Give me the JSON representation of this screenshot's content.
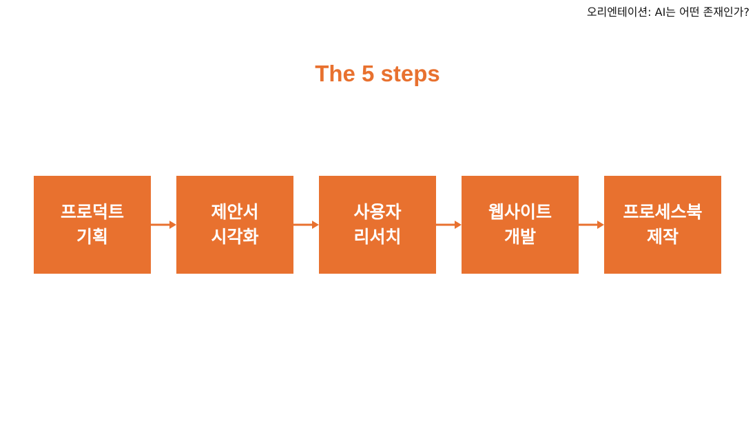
{
  "header": {
    "label": "오리엔테이션: AI는 어떤 존재인가?"
  },
  "title": "The 5 steps",
  "colors": {
    "accent": "#E8712F",
    "text_on_accent": "#FFFFFF",
    "background": "#FFFFFF"
  },
  "steps": [
    {
      "line1": "프로덕트",
      "line2": "기획"
    },
    {
      "line1": "제안서",
      "line2": "시각화"
    },
    {
      "line1": "사용자",
      "line2": "리서치"
    },
    {
      "line1": "웹사이트",
      "line2": "개발"
    },
    {
      "line1": "프로세스북",
      "line2": "제작"
    }
  ]
}
